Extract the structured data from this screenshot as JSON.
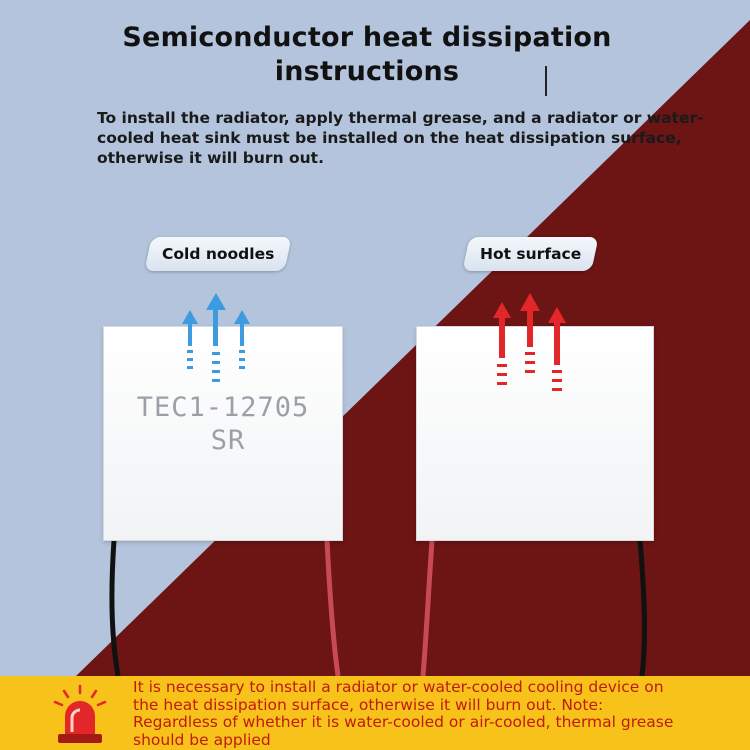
{
  "title_line1": "Semiconductor heat dissipation",
  "title_line2": "instructions",
  "instructions": "To install the radiator, apply thermal grease, and a radiator or water-cooled heat sink must be installed on the heat dissipation surface, otherwise it will burn out.",
  "cold_label": "Cold noodles",
  "hot_label": "Hot surface",
  "module_model": "TEC1-12705",
  "module_suffix": "SR",
  "warning": "It is necessary to install a radiator or water-cooled cooling device on the heat dissipation surface, otherwise it will burn out. Note: Regardless of whether it is water-cooled or air-cooled, thermal grease should be applied",
  "colors": {
    "background_light": "#b3c4dc",
    "background_dark": "#6d1414",
    "banner": "#f7c21a",
    "warning_text": "#c11a10",
    "cold_arrow": "#3d9be0",
    "hot_arrow": "#e3262a"
  },
  "icons": [
    "siren-icon",
    "arrow-up-icon"
  ]
}
